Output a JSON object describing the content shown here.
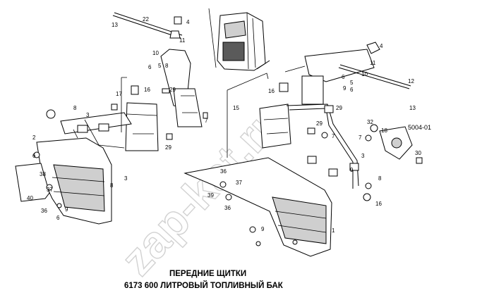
{
  "diagram": {
    "caption_line1": "ПЕРЕДНИЕ ЩИТКИ",
    "caption_line2": "6173  600 ЛИТРОВЫЙ ТОПЛИВНЫЙ БАК",
    "reference_code": "5004-01",
    "watermark": "zap-kat.ru",
    "callouts": {
      "c1": "1",
      "c2": "2",
      "c3a": "3",
      "c3b": "3",
      "c3c": "3",
      "c4a": "4",
      "c4b": "4",
      "c5a": "5",
      "c5b": "5",
      "c6a": "6",
      "c6b": "6",
      "c6c": "6",
      "c6d": "6",
      "c6e": "6",
      "c7a": "7",
      "c7b": "7",
      "c7c": "7",
      "c8a": "8",
      "c8b": "8",
      "c8c": "8",
      "c9a": "9",
      "c9b": "9",
      "c9c": "9",
      "c9d": "9",
      "c10a": "10",
      "c10b": "10",
      "c11a": "11",
      "c11b": "11",
      "c12": "12",
      "c13a": "13",
      "c13b": "13",
      "c15": "15",
      "c16a": "16",
      "c16b": "16",
      "c16c": "16",
      "c17": "17",
      "c18": "18",
      "c22": "22",
      "c29a": "29",
      "c29b": "29",
      "c29c": "29",
      "c29d": "29",
      "c30": "30",
      "c32": "32",
      "c36a": "36",
      "c36b": "36",
      "c36c": "36",
      "c37a": "37",
      "c37b": "37",
      "c38": "38",
      "c39": "39",
      "c40": "40"
    }
  }
}
